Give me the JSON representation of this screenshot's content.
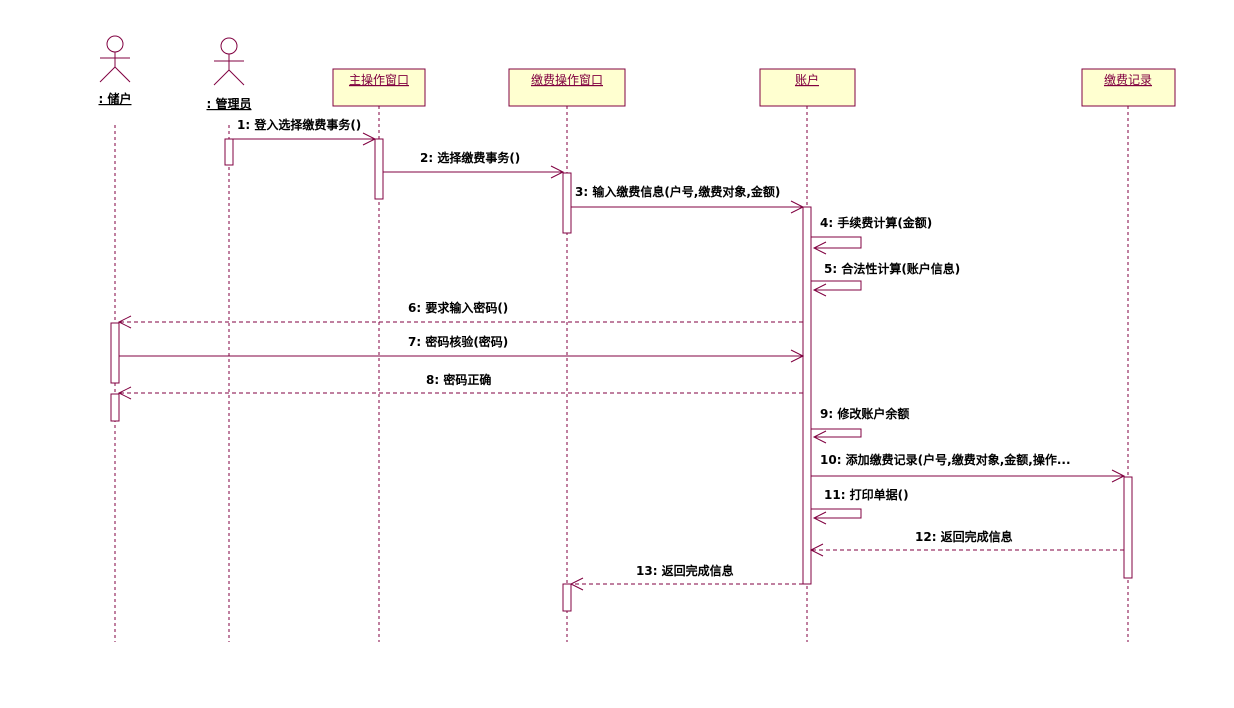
{
  "colors": {
    "line": "#800040",
    "box_fill": "#ffffd0",
    "box_stroke": "#800040",
    "activation_fill": "#ffffff",
    "text": "#000000"
  },
  "participants": [
    {
      "id": "p0",
      "kind": "actor",
      "label": ": 储户"
    },
    {
      "id": "p1",
      "kind": "actor",
      "label": ": 管理员"
    },
    {
      "id": "p2",
      "kind": "object",
      "label": "主操作窗口"
    },
    {
      "id": "p3",
      "kind": "object",
      "label": "缴费操作窗口"
    },
    {
      "id": "p4",
      "kind": "object",
      "label": "账户"
    },
    {
      "id": "p5",
      "kind": "object",
      "label": "缴费记录"
    }
  ],
  "messages": [
    {
      "n": "1",
      "label": "1: 登入选择缴费事务()",
      "from": "p1",
      "to": "p2",
      "type": "sync"
    },
    {
      "n": "2",
      "label": "2: 选择缴费事务()",
      "from": "p2",
      "to": "p3",
      "type": "sync"
    },
    {
      "n": "3",
      "label": "3: 输入缴费信息(户号,缴费对象,金额)",
      "from": "p3",
      "to": "p4",
      "type": "sync"
    },
    {
      "n": "4",
      "label": "4: 手续费计算(金额)",
      "from": "p4",
      "to": "p4",
      "type": "self"
    },
    {
      "n": "5",
      "label": "5: 合法性计算(账户信息)",
      "from": "p4",
      "to": "p4",
      "type": "self"
    },
    {
      "n": "6",
      "label": "6: 要求输入密码()",
      "from": "p4",
      "to": "p0",
      "type": "return"
    },
    {
      "n": "7",
      "label": "7: 密码核验(密码)",
      "from": "p0",
      "to": "p4",
      "type": "sync"
    },
    {
      "n": "8",
      "label": "8: 密码正确",
      "from": "p4",
      "to": "p0",
      "type": "return"
    },
    {
      "n": "9",
      "label": "9: 修改账户余额",
      "from": "p4",
      "to": "p4",
      "type": "self"
    },
    {
      "n": "10",
      "label": "10: 添加缴费记录(户号,缴费对象,金额,操作...",
      "from": "p4",
      "to": "p5",
      "type": "sync"
    },
    {
      "n": "11",
      "label": "11: 打印单据()",
      "from": "p4",
      "to": "p4",
      "type": "self"
    },
    {
      "n": "12",
      "label": "12: 返回完成信息",
      "from": "p5",
      "to": "p4",
      "type": "return"
    },
    {
      "n": "13",
      "label": "13: 返回完成信息",
      "from": "p4",
      "to": "p3",
      "type": "return"
    }
  ]
}
